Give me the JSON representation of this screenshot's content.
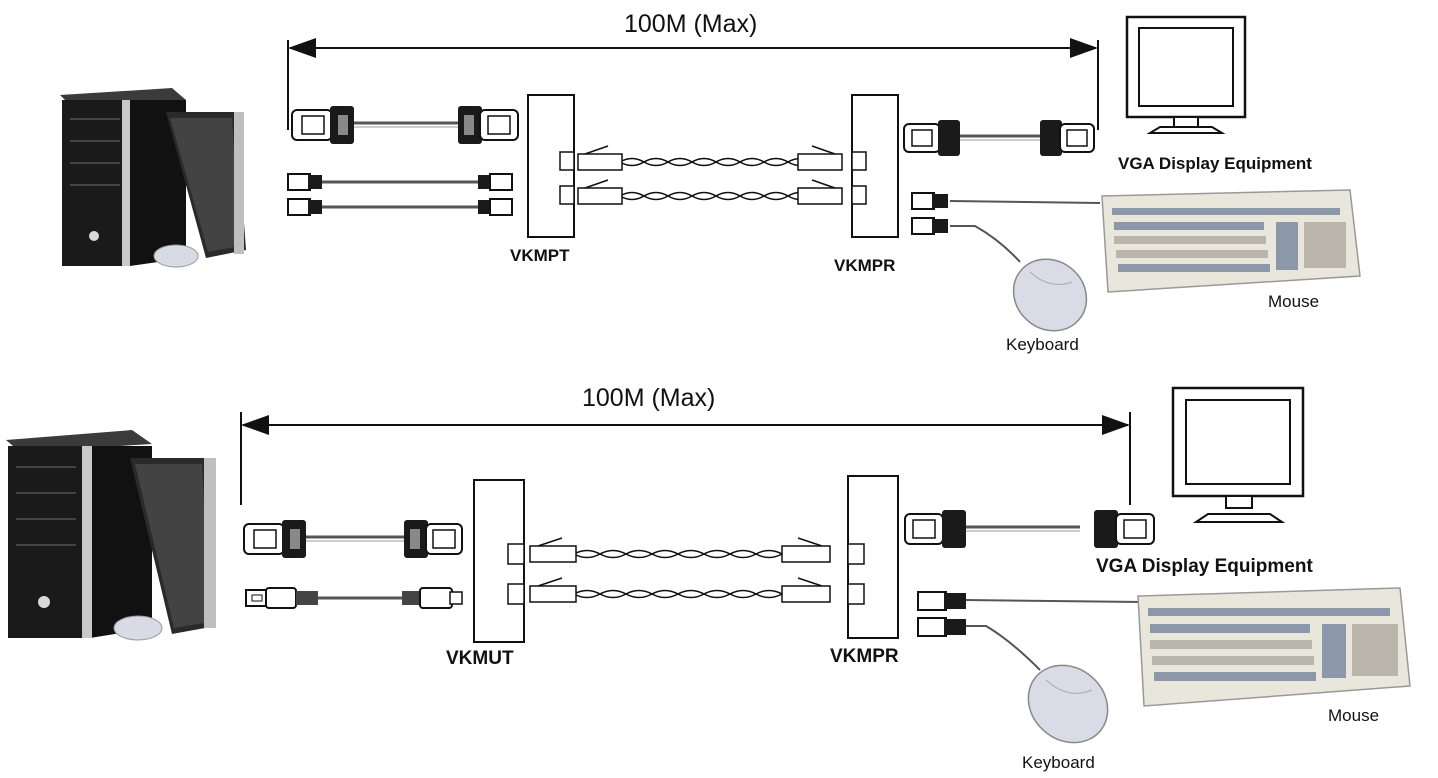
{
  "diagrams": [
    {
      "distance_label": "100M (Max)",
      "transmitter_label": "VKMPT",
      "receiver_label": "VKMPR",
      "display_label": "VGA Display Equipment",
      "keyboard_label": "Mouse",
      "mouse_label": "Keyboard",
      "pc_input": "PS2"
    },
    {
      "distance_label": "100M (Max)",
      "transmitter_label": "VKMUT",
      "receiver_label": "VKMPR",
      "display_label": "VGA Display Equipment",
      "keyboard_label": "Mouse",
      "mouse_label": "Keyboard",
      "pc_input": "USB"
    }
  ],
  "colors": {
    "line": "#111111",
    "case_dark": "#1a1a1a",
    "case_silver": "#c8c8c8",
    "keyboard_body": "#e9e6dc",
    "keyboard_keys": "#8c98aa"
  },
  "icons": [
    "pc-tower-icon",
    "monitor-icon",
    "keyboard-icon",
    "mouse-icon",
    "vga-connector-icon",
    "ps2-connector-icon",
    "usb-connector-icon",
    "rj45-connector-icon"
  ]
}
